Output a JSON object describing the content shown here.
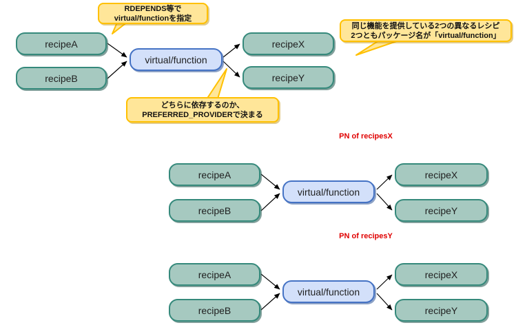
{
  "diagram": {
    "title_context": "virtual/function provider dependency diagram",
    "colors": {
      "background": "#ffffff",
      "recipe_node_fill": "#a6c9c0",
      "recipe_node_border": "#35897b",
      "virtual_node_fill": "#d3e0fa",
      "virtual_node_border": "#4472c4",
      "callout_fill": "#ffe699",
      "callout_border": "#ffc000",
      "pn_label_red": "#e00000",
      "node_text": "#1f1f1f",
      "connector": "#000000"
    },
    "callouts": {
      "rdepends": {
        "line1": "RDEPENDS等で",
        "line2": "virtual/functionを指定"
      },
      "same_function": {
        "line1": "同じ機能を提供している2つの異なるレシピ",
        "line2": "2つともパッケージ名が「virtual/function」"
      },
      "preferred_provider": {
        "line1": "どちらに依存するのか、",
        "line2": "PREFERRED_PROVIDERで決まる"
      }
    },
    "labels": {
      "pn_x": "PN of recipesX",
      "pn_y": "PN of recipesY"
    },
    "sections": [
      {
        "left1": "recipeA",
        "left2": "recipeB",
        "center": "virtual/function",
        "right1": "recipeX",
        "right2": "recipeY"
      },
      {
        "left1": "recipeA",
        "left2": "recipeB",
        "center": "virtual/function",
        "right1": "recipeX",
        "right2": "recipeY"
      },
      {
        "left1": "recipeA",
        "left2": "recipeB",
        "center": "virtual/function",
        "right1": "recipeX",
        "right2": "recipeY"
      }
    ]
  }
}
